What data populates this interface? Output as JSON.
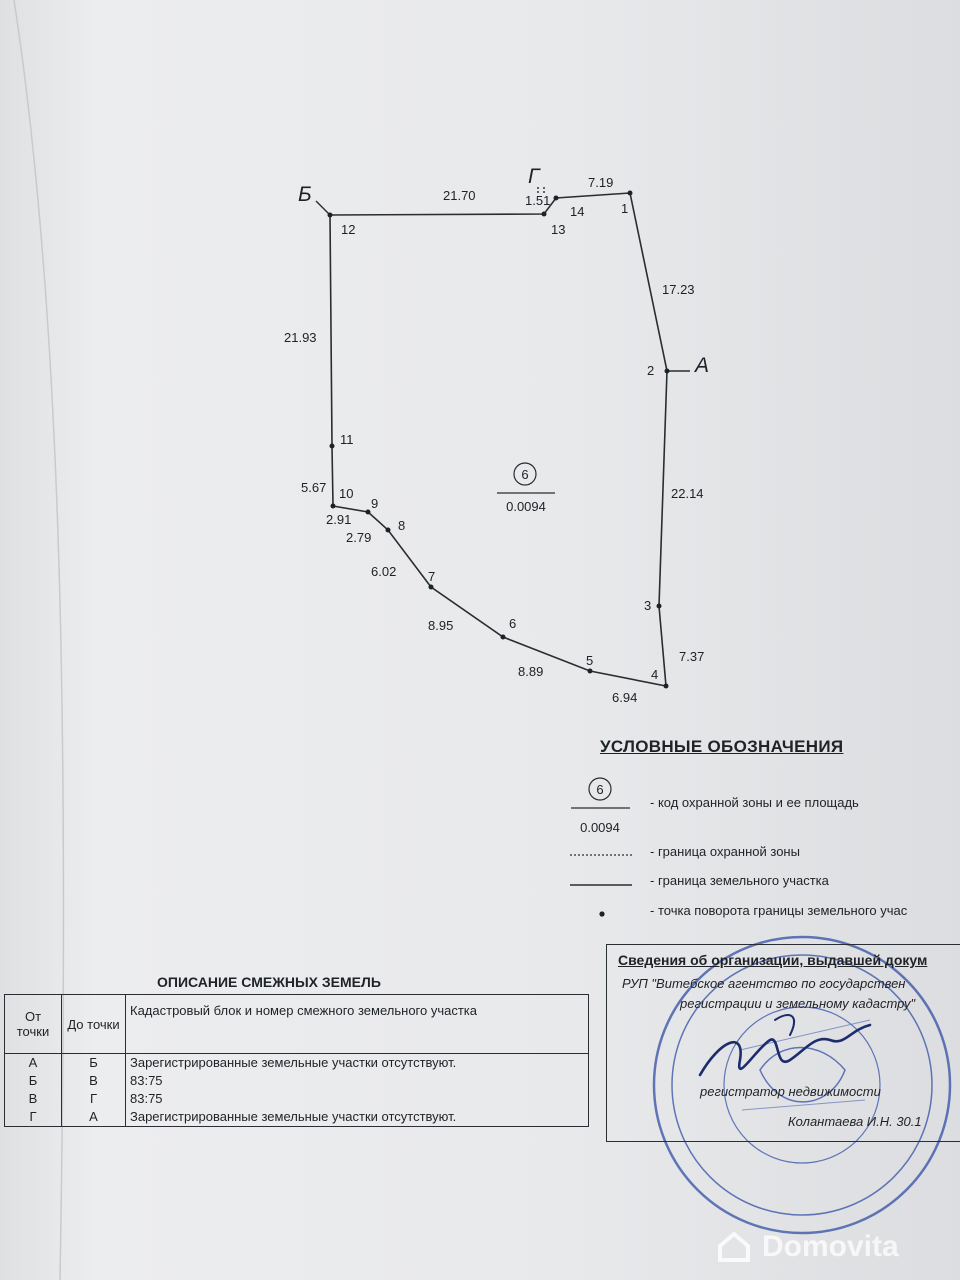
{
  "plot": {
    "zone_code": "6",
    "zone_area": "0.0094",
    "corners": {
      "A": "А",
      "B": "Б",
      "G": "Г"
    },
    "points": [
      "1",
      "2",
      "3",
      "4",
      "5",
      "6",
      "7",
      "8",
      "9",
      "10",
      "11",
      "12",
      "13",
      "14"
    ],
    "distances": {
      "p1_p2": "17.23",
      "p2_p3": "22.14",
      "p3_p4": "7.37",
      "p4_p5": "6.94",
      "p5_p6": "8.89",
      "p6_p7": "8.95",
      "p7_p8": "6.02",
      "p8_p9": "2.79",
      "p9_p10": "2.91",
      "p10_p11": "5.67",
      "p11_p12": "21.93",
      "p12_p13": "21.70",
      "p13_p14": "1.51",
      "p14_p1": "7.19"
    }
  },
  "legend": {
    "title": "УСЛОВНЫЕ ОБОЗНАЧЕНИЯ",
    "code_number": "6",
    "code_area": "0.0094",
    "item_code": "- код охранной зоны и ее площадь",
    "item_zone_border": "- граница охранной зоны",
    "item_plot_border": "- граница земельного участка",
    "item_turn_point": "- точка поворота границы земельного учас"
  },
  "adjacent": {
    "title": "ОПИСАНИЕ СМЕЖНЫХ ЗЕМЕЛЬ",
    "col_from": "От точки",
    "col_to": "До точки",
    "col_desc": "Кадастровый блок и номер смежного земельного участка",
    "rows": [
      {
        "from": "А",
        "to": "Б",
        "desc": "Зарегистрированные земельные участки отсутствуют."
      },
      {
        "from": "Б",
        "to": "В",
        "desc": "83:75"
      },
      {
        "from": "В",
        "to": "Г",
        "desc": "83:75"
      },
      {
        "from": "Г",
        "to": "А",
        "desc": "Зарегистрированные земельные участки отсутствуют."
      }
    ]
  },
  "organization": {
    "title": "Сведения об организации, выдавшей докум",
    "name_line1": "РУП \"Витебское агентство по государствен",
    "name_line2": "регистрации и земельному кадастру\"",
    "position": "регистратор недвижимости",
    "signer": "Колантаева И.Н.   30.1"
  },
  "watermark": {
    "text": "Domovita"
  },
  "colors": {
    "paper": "#e7e8ea",
    "ink": "#1f2226",
    "stamp": "#3a55a8"
  }
}
